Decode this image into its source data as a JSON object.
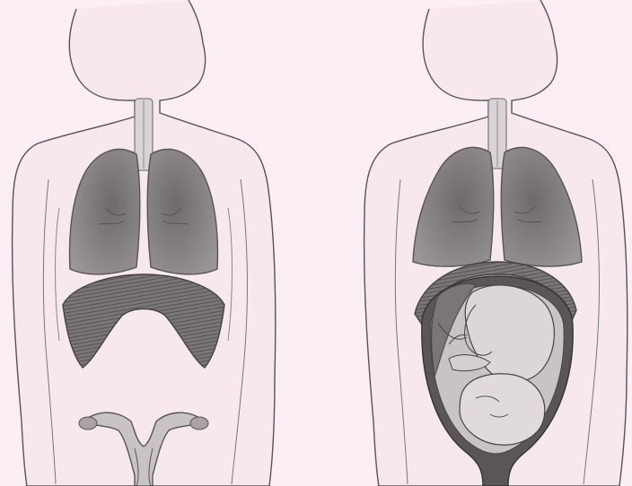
{
  "figures": [
    {
      "name": "non-pregnant",
      "organs": [
        "head-outline",
        "trachea",
        "left-lung",
        "right-lung",
        "diaphragm",
        "uterus"
      ]
    },
    {
      "name": "pregnant",
      "organs": [
        "head-outline",
        "trachea",
        "left-lung",
        "right-lung",
        "diaphragm",
        "uterus",
        "fetus",
        "placenta"
      ]
    }
  ],
  "colors": {
    "background": "#fbeef4",
    "body_fill": "#f7e8ef",
    "outline": "#555555",
    "lung": "#8a8588",
    "diaphragm": "#6a6668",
    "uterus_wall": "#5a5658",
    "uterus_inner": "#c9c3c6",
    "fetus": "#d8d2d5",
    "placenta": "#7a7577"
  }
}
